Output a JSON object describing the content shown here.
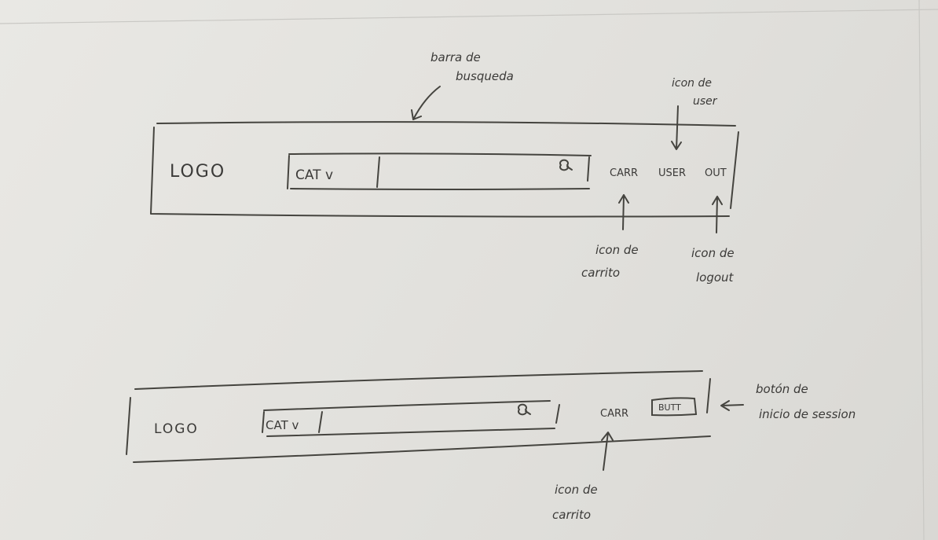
{
  "wireframes": [
    {
      "logo": "LOGO",
      "category_dropdown": "CAT v",
      "search_icon": "search-icon",
      "cart_label": "CARR",
      "user_label": "USER",
      "logout_label": "OUT"
    },
    {
      "logo": "LOGO",
      "category_dropdown": "CAT v",
      "search_icon": "search-icon",
      "cart_label": "CARR",
      "login_button_label": "BUTT"
    }
  ],
  "annotations": {
    "search_bar": [
      "barra de",
      "busqueda"
    ],
    "user_icon": [
      "icon de",
      "user"
    ],
    "cart_icon_1": [
      "icon de",
      "carrito"
    ],
    "logout_icon": [
      "icon de",
      "logout"
    ],
    "login_button": [
      "botón de",
      "inicio de session"
    ],
    "cart_icon_2": [
      "icon de",
      "carrito"
    ]
  }
}
